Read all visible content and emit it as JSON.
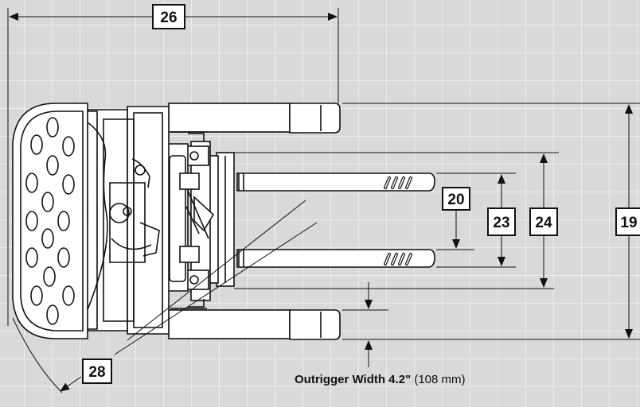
{
  "dimensions": {
    "d26": "26",
    "d19": "19",
    "d20": "20",
    "d23": "23",
    "d24": "24",
    "d28": "28"
  },
  "caption": {
    "label": "Outrigger Width 4.2\"",
    "metric": " (108 mm)"
  },
  "colors": {
    "background": "#d9d9d9",
    "grid": "#f2f2f2",
    "line": "#111111",
    "part_fill": "#ffffff"
  }
}
